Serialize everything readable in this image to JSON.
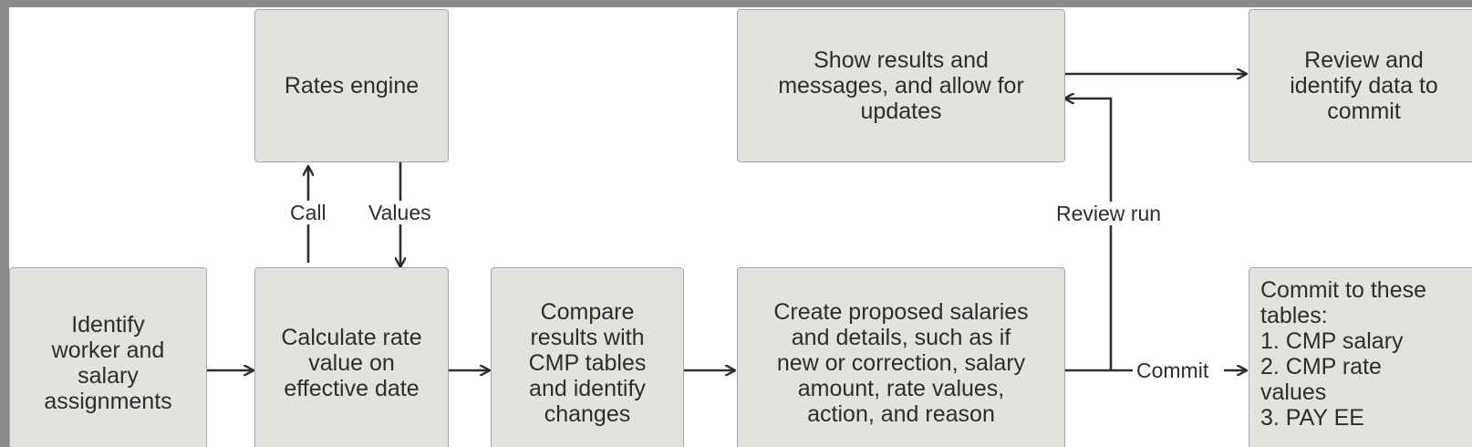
{
  "nodes": {
    "identify": "Identify\nworker and\nsalary\nassignments",
    "rates_engine": "Rates engine",
    "calculate": "Calculate rate\nvalue on\neffective date",
    "compare": "Compare\nresults with\nCMP tables\nand identify\nchanges",
    "create": "Create proposed salaries\nand details, such as if\nnew or correction, salary\namount, rate values,\naction, and reason",
    "show_results": "Show results and\nmessages, and allow for\nupdates",
    "review_identify": "Review and\nidentify data to\ncommit",
    "commit_tables": "Commit to these\ntables:\n1. CMP salary\n2. CMP rate\nvalues\n3. PAY EE"
  },
  "edge_labels": {
    "call": "Call",
    "values": "Values",
    "review_run": "Review run",
    "commit": "Commit"
  },
  "colors": {
    "box_fill": "#e4e2de",
    "box_border": "#aaa7a2",
    "line": "#2d2d2d",
    "text": "#2d2d2d",
    "frame": "#8a8a8a"
  }
}
